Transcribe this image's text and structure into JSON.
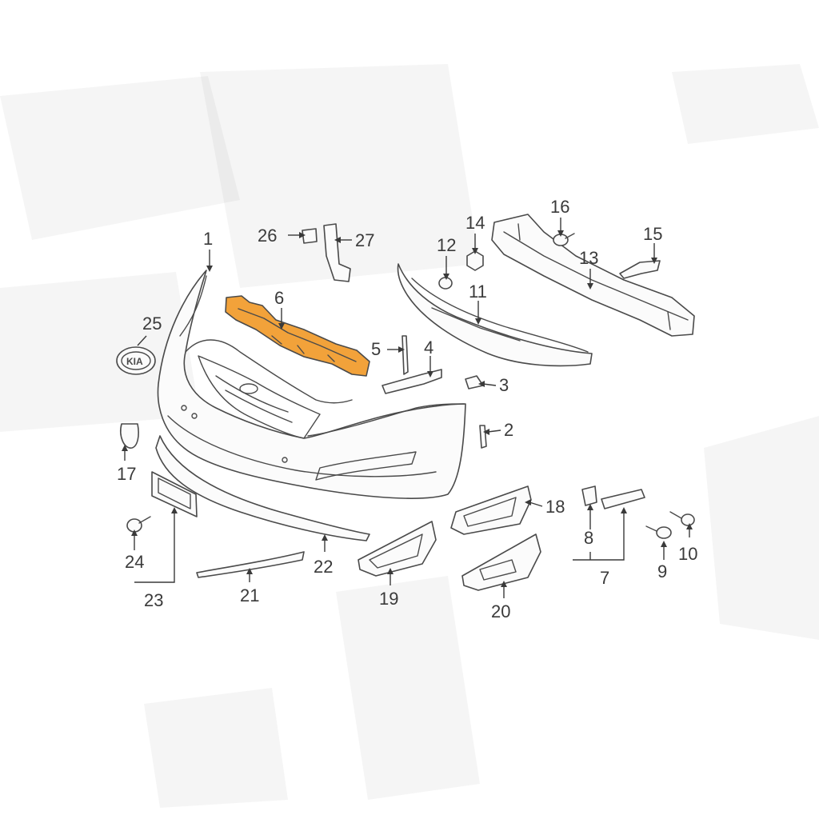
{
  "diagram": {
    "highlight_color": "#f2a23a",
    "line_color": "#4a4a4a",
    "callouts": {
      "c1": "1",
      "c2": "2",
      "c3": "3",
      "c4": "4",
      "c5": "5",
      "c6": "6",
      "c7": "7",
      "c8": "8",
      "c9": "9",
      "c10": "10",
      "c11": "11",
      "c12": "12",
      "c13": "13",
      "c14": "14",
      "c15": "15",
      "c16": "16",
      "c17": "17",
      "c18": "18",
      "c19": "19",
      "c20": "20",
      "c21": "21",
      "c22": "22",
      "c23": "23",
      "c24": "24",
      "c25": "25",
      "c26": "26",
      "c27": "27"
    }
  }
}
